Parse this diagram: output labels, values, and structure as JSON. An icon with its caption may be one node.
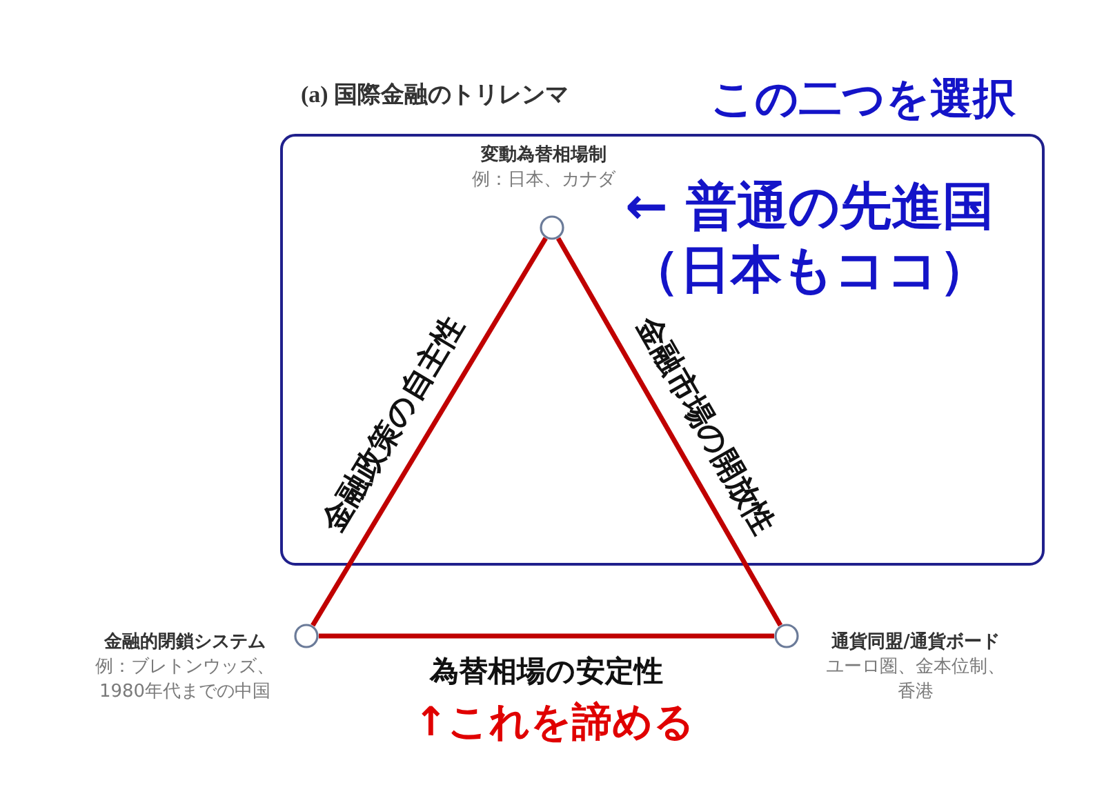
{
  "diagram": {
    "title": "(a) 国際金融のトリレンマ",
    "nodes": [
      {
        "text": [
          "この二つを選択",
          "← 普通の先進国（日本もココ）"
        ]
      },
      {
        "text": [],
        "shape": "circle",
        "in": 0,
        "beside": [
          "変動為替相場制",
          "例：日本、カナダ"
        ]
      },
      {
        "text": [],
        "shape": "circle",
        "beside": [
          "金融的閉鎖システム",
          "例：ブレトンウッズ、1980年代までの中国"
        ]
      },
      {
        "text": [],
        "shape": "circle",
        "beside": [
          "通貨同盟/通貨ボード",
          "ユーロ圏、金本位制、香港"
        ]
      }
    ],
    "edges": [
      {
        "from": 1,
        "to": 2,
        "arrow": "none",
        "label": "金融政策の自主性"
      },
      {
        "from": 1,
        "to": 3,
        "arrow": "none",
        "label": "金融市場の開放性"
      },
      {
        "from": 2,
        "to": 3,
        "arrow": "none",
        "label": "為替相場の安定性"
      }
    ],
    "labels": [
      "↑これを諦める"
    ]
  }
}
